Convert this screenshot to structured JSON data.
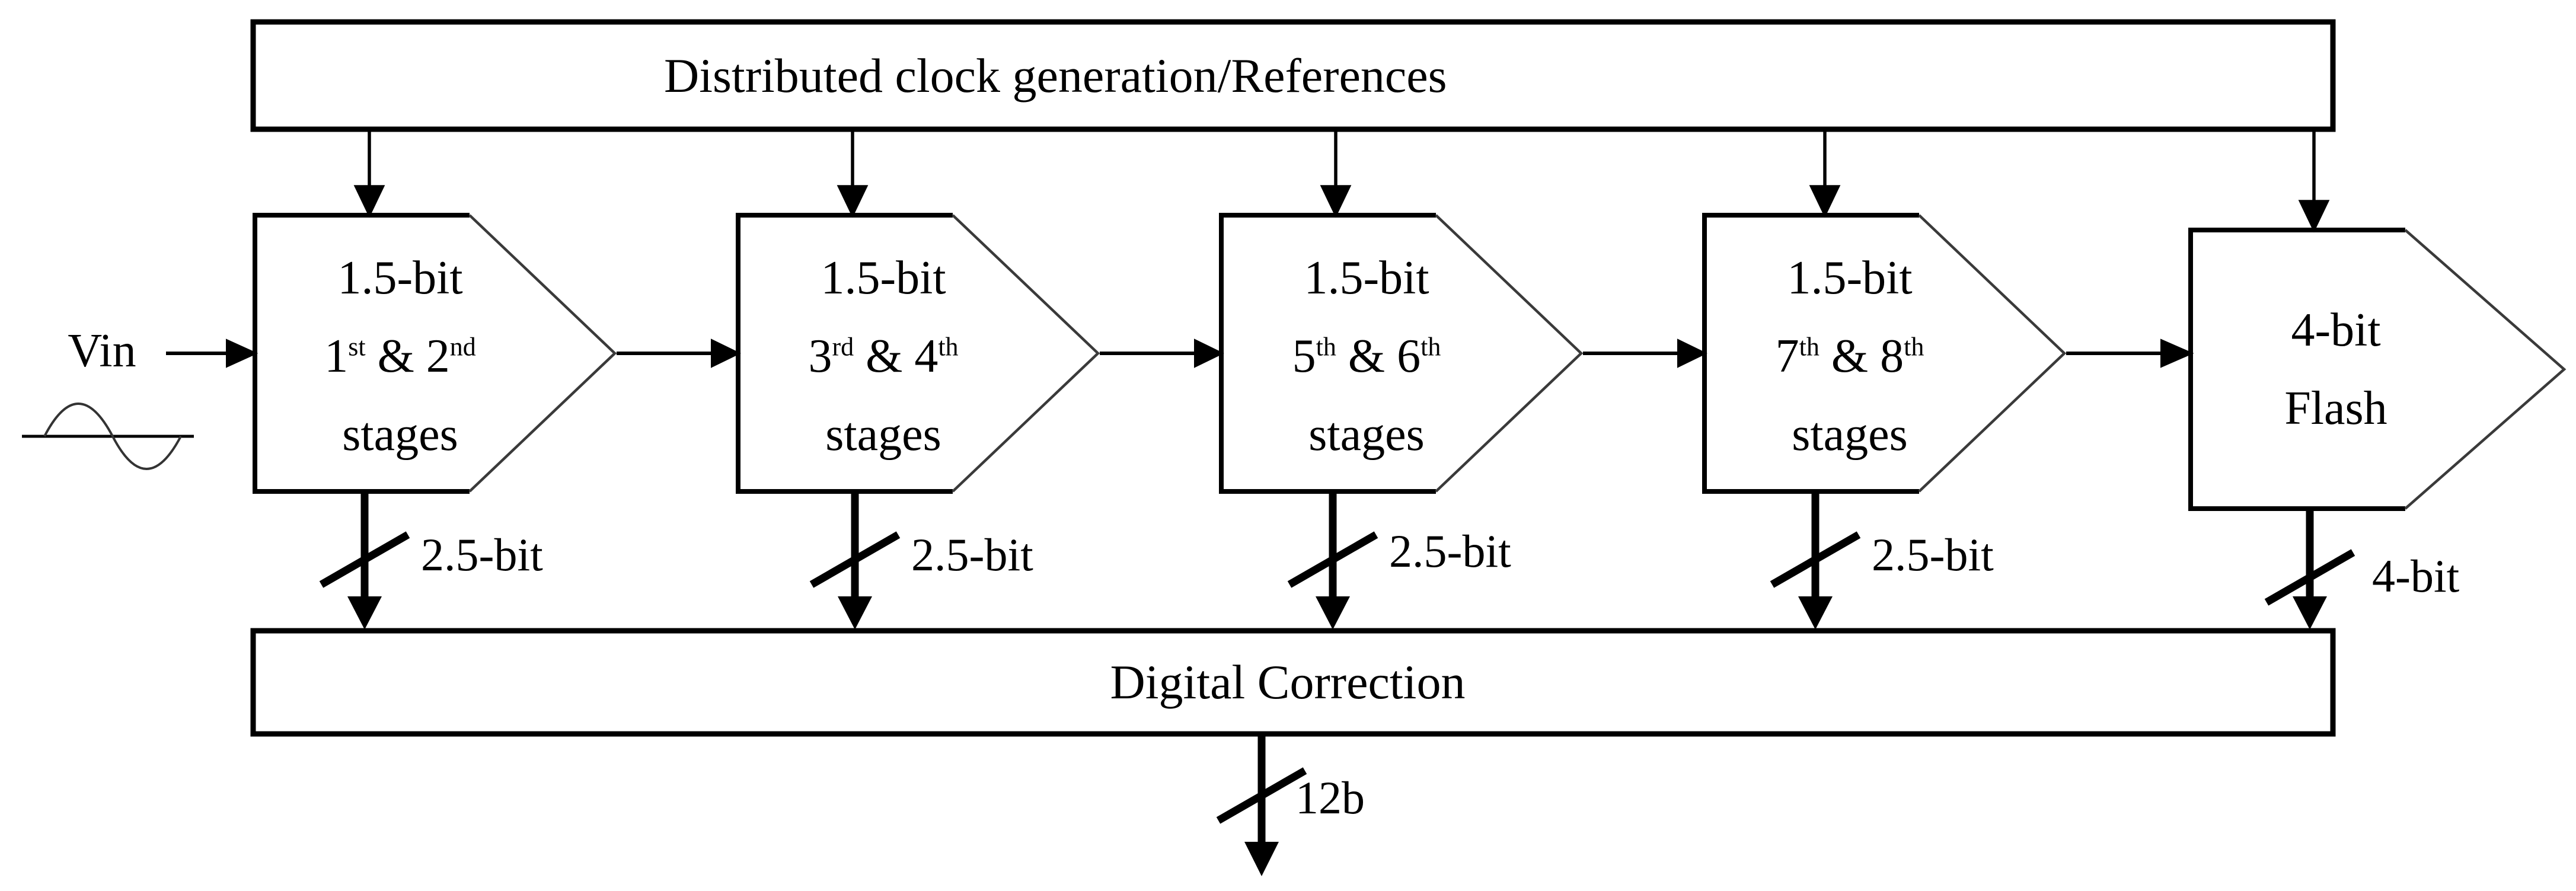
{
  "figure": {
    "clock_box_label": "Distributed clock generation/References",
    "correction_box_label": "Digital Correction",
    "input_label": "Vin",
    "output_bus_label": "12b",
    "stages": [
      {
        "bits": "1.5-bit",
        "a": "1",
        "a_sup": "st",
        "joiner": " & ",
        "b": "2",
        "b_sup": "nd",
        "word": "stages",
        "bus": "2.5-bit"
      },
      {
        "bits": "1.5-bit",
        "a": "3",
        "a_sup": "rd",
        "joiner": " & ",
        "b": "4",
        "b_sup": "th",
        "word": "stages",
        "bus": "2.5-bit"
      },
      {
        "bits": "1.5-bit",
        "a": "5",
        "a_sup": "th",
        "joiner": " & ",
        "b": "6",
        "b_sup": "th",
        "word": "stages",
        "bus": "2.5-bit"
      },
      {
        "bits": "1.5-bit",
        "a": "7",
        "a_sup": "th",
        "joiner": " & ",
        "b": "8",
        "b_sup": "th",
        "word": "stages",
        "bus": "2.5-bit"
      }
    ],
    "flash": {
      "line1": "4-bit",
      "line2": "Flash",
      "bus": "4-bit"
    },
    "colors": {
      "line": "#000000",
      "diagonal": "#3a3a3a",
      "text": "#000000",
      "background": "#ffffff"
    }
  }
}
